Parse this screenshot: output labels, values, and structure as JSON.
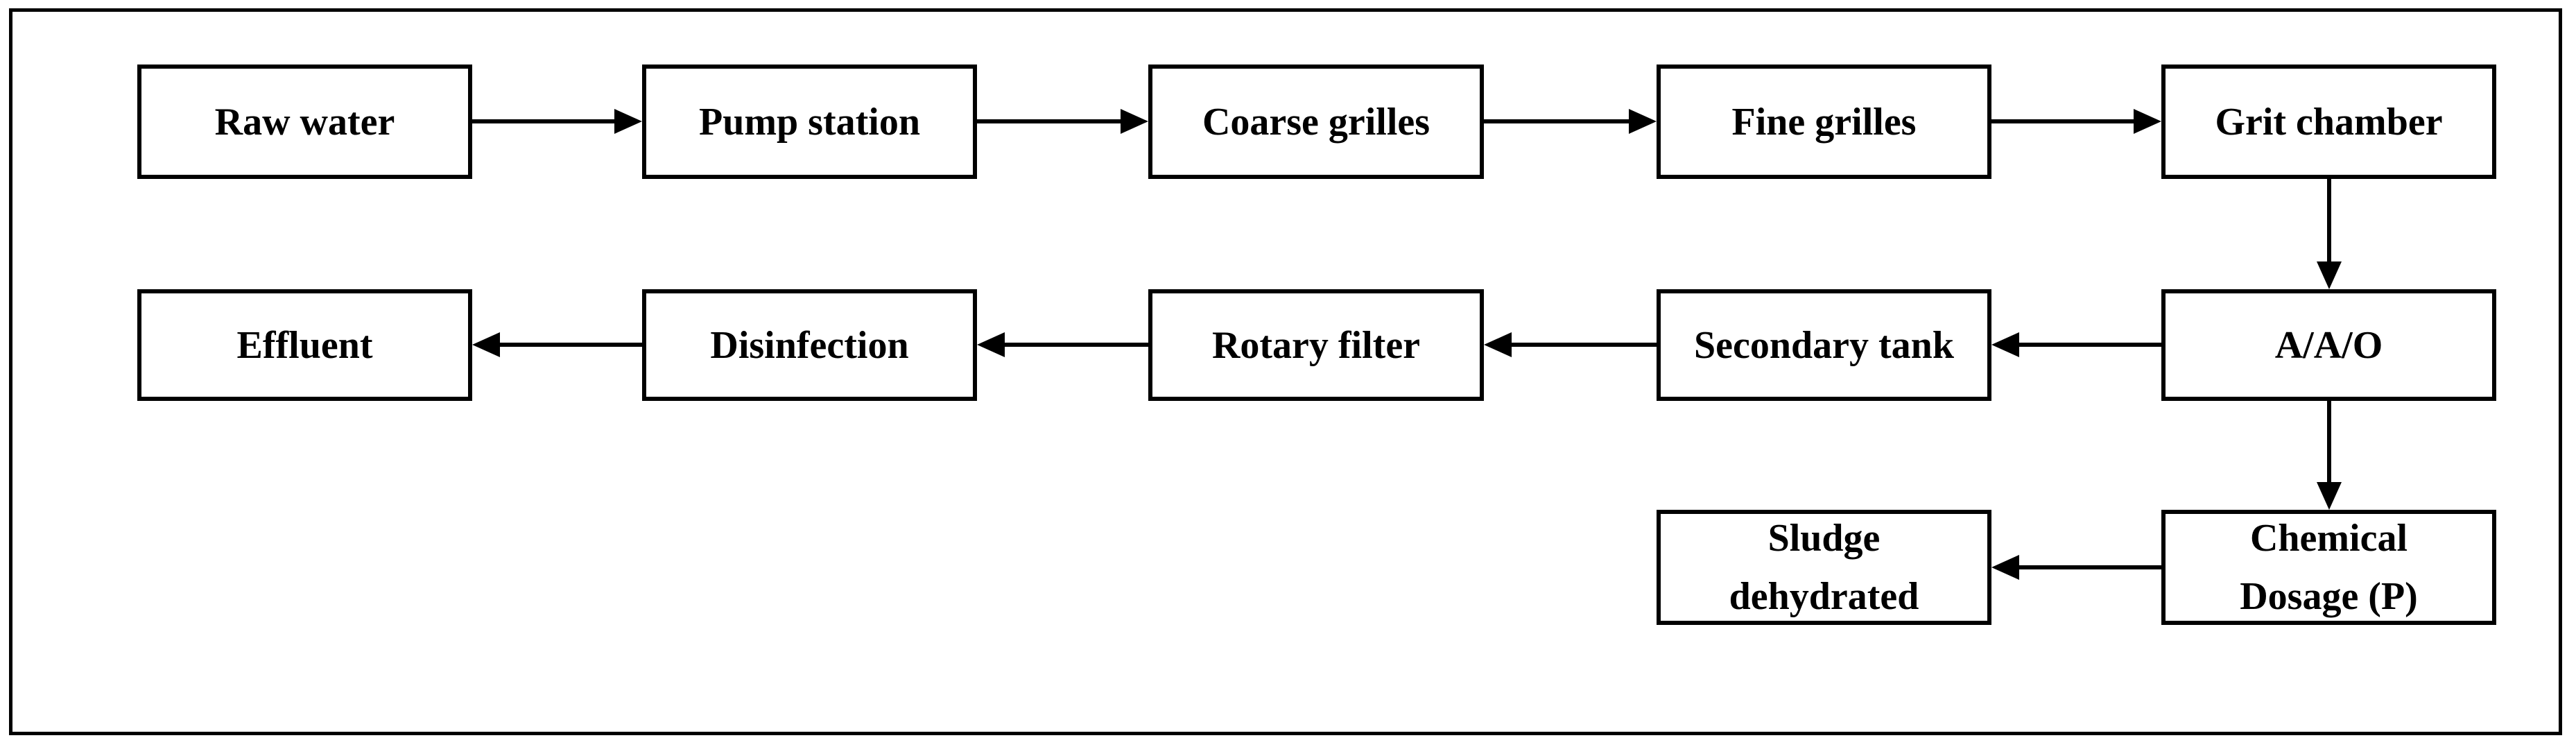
{
  "diagram": {
    "type": "flowchart",
    "background_color": "#ffffff",
    "line_color": "#000000",
    "text_color": "#000000",
    "nodes": [
      {
        "id": "raw-water",
        "label": "Raw water"
      },
      {
        "id": "pump-station",
        "label": "Pump station"
      },
      {
        "id": "coarse-grilles",
        "label": "Coarse grilles"
      },
      {
        "id": "fine-grilles",
        "label": "Fine grilles"
      },
      {
        "id": "grit-chamber",
        "label": "Grit chamber"
      },
      {
        "id": "effluent",
        "label": "Effluent"
      },
      {
        "id": "disinfection",
        "label": "Disinfection"
      },
      {
        "id": "rotary-filter",
        "label": "Rotary filter"
      },
      {
        "id": "secondary-tank",
        "label": "Secondary tank"
      },
      {
        "id": "aao",
        "label": "A/A/O"
      },
      {
        "id": "sludge-dehydrated",
        "label": "Sludge dehydrated"
      },
      {
        "id": "chemical-dosage-p",
        "label": "Chemical Dosage (P)"
      }
    ],
    "edges": [
      {
        "from": "Raw water",
        "to": "Pump station"
      },
      {
        "from": "Pump station",
        "to": "Coarse grilles"
      },
      {
        "from": "Coarse grilles",
        "to": "Fine grilles"
      },
      {
        "from": "Fine grilles",
        "to": "Grit chamber"
      },
      {
        "from": "Grit chamber",
        "to": "A/A/O"
      },
      {
        "from": "A/A/O",
        "to": "Secondary tank"
      },
      {
        "from": "Secondary tank",
        "to": "Rotary filter"
      },
      {
        "from": "Rotary filter",
        "to": "Disinfection"
      },
      {
        "from": "Disinfection",
        "to": "Effluent"
      },
      {
        "from": "A/A/O",
        "to": "Chemical Dosage (P)"
      },
      {
        "from": "Chemical Dosage (P)",
        "to": "Sludge dehydrated"
      }
    ]
  }
}
